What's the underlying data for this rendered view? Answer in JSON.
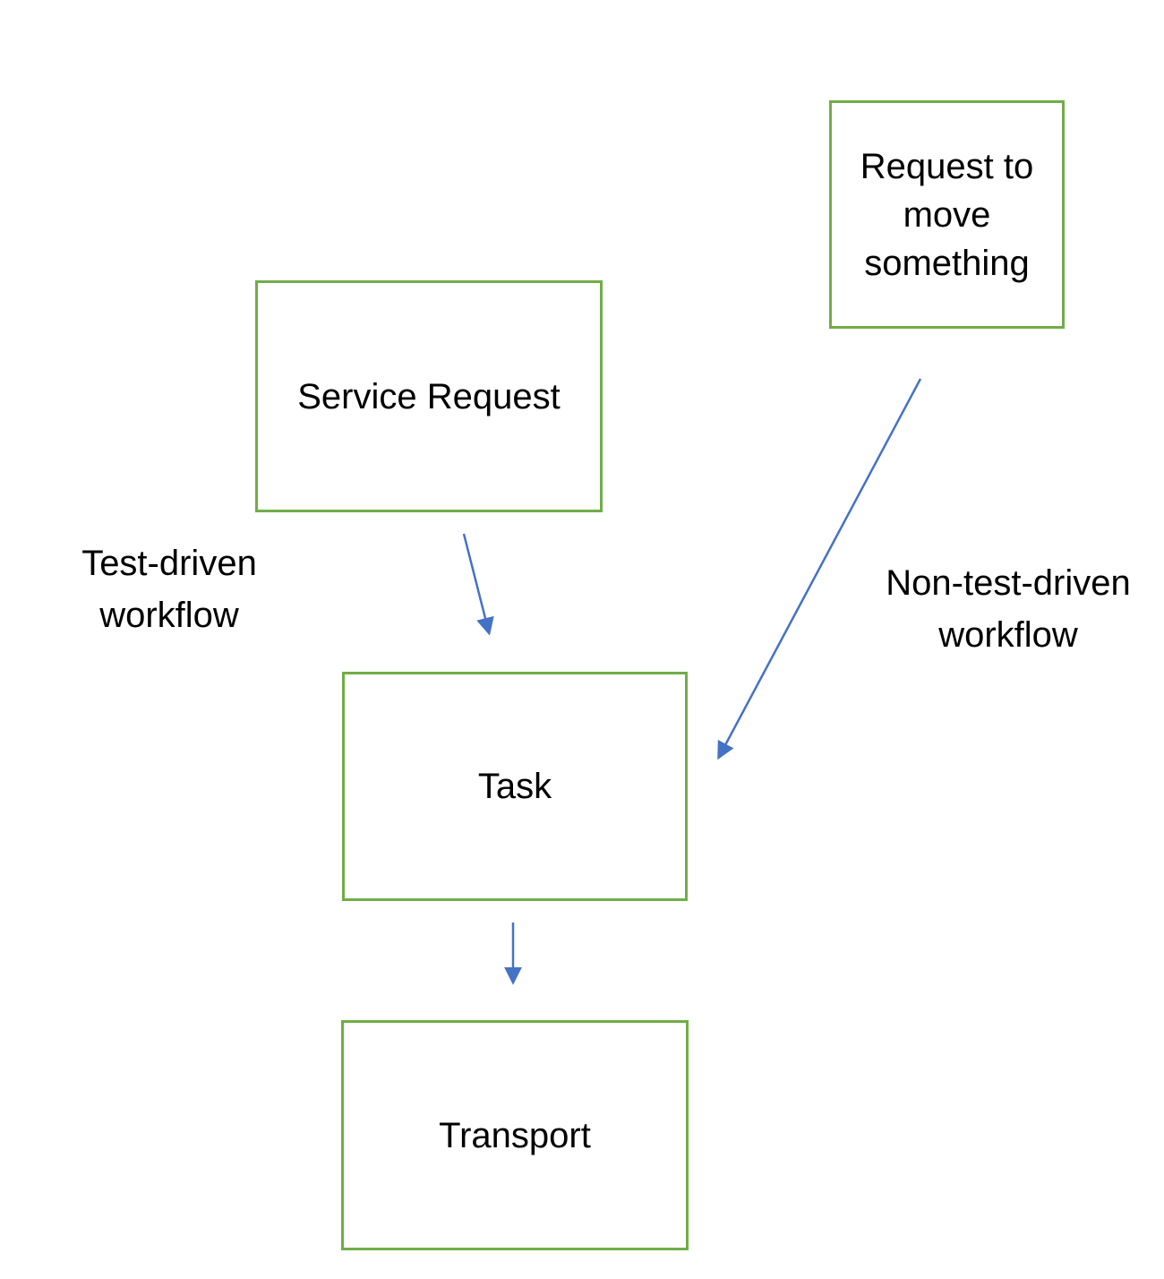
{
  "colors": {
    "box_border": "#70AD47",
    "arrow": "#4472C4",
    "text": "#000000",
    "background": "#FFFFFF"
  },
  "nodes": {
    "request_to_move": {
      "label": "Request to move something"
    },
    "service_request": {
      "label": "Service Request"
    },
    "task": {
      "label": "Task"
    },
    "transport": {
      "label": "Transport"
    }
  },
  "annotations": {
    "test_driven": "Test-driven workflow",
    "non_test_driven": "Non-test-driven workflow"
  },
  "arrows": [
    {
      "from": "service_request",
      "to": "task"
    },
    {
      "from": "request_to_move",
      "to": "task"
    },
    {
      "from": "task",
      "to": "transport"
    }
  ]
}
